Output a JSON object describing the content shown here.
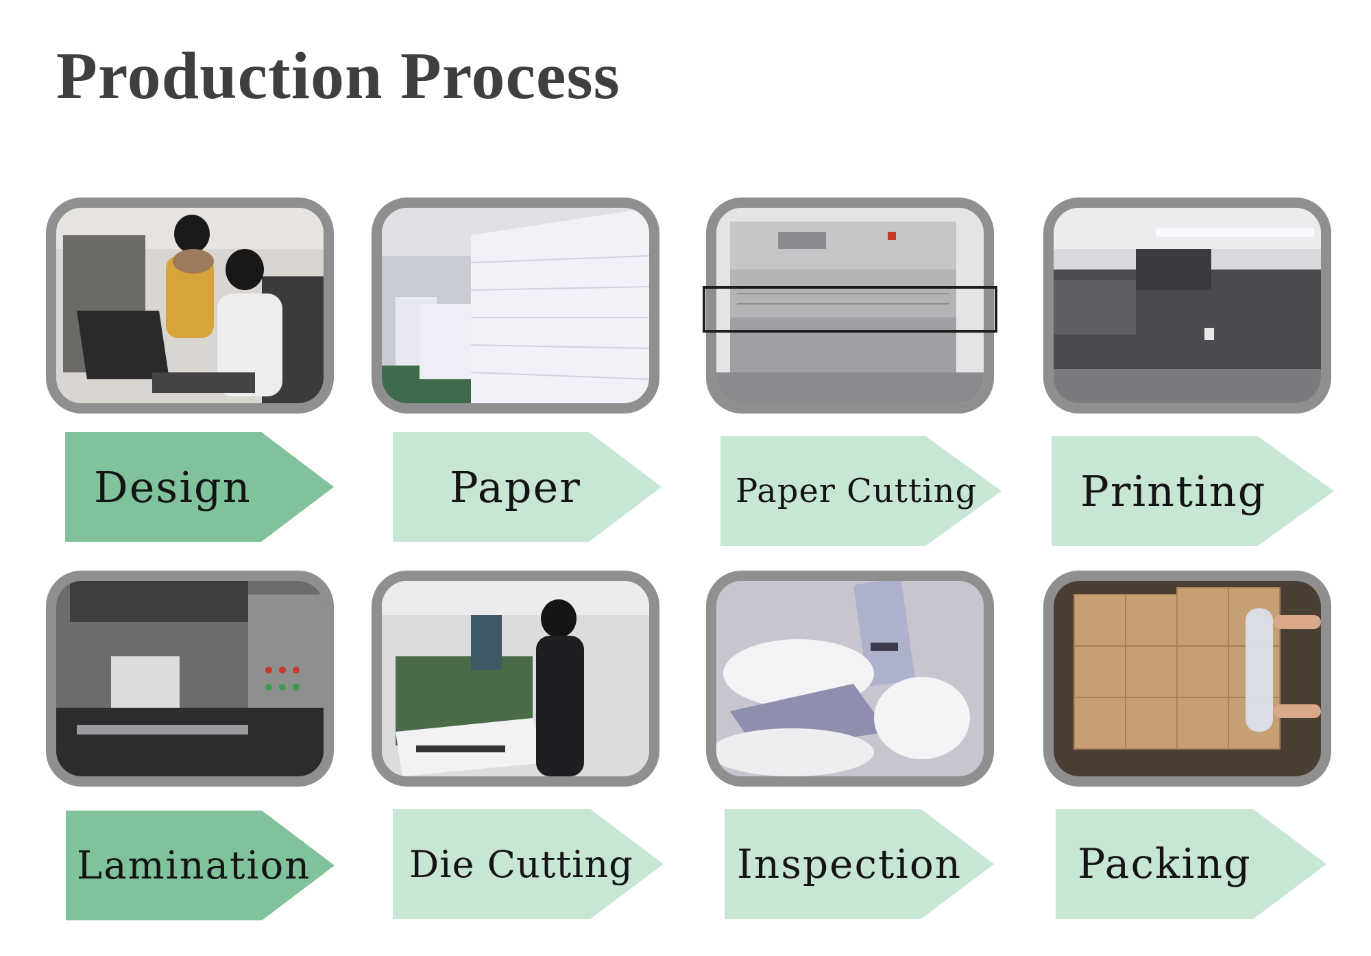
{
  "title": "Production Process",
  "colors": {
    "frame_border": "#8f8f8f",
    "arrow_dark": "#7fc29b",
    "arrow_light": "#c7e6d3",
    "title_text": "#3f3f3f"
  },
  "steps": [
    {
      "label": "Design"
    },
    {
      "label": "Paper"
    },
    {
      "label": "Paper Cutting"
    },
    {
      "label": "Printing"
    },
    {
      "label": "Lamination"
    },
    {
      "label": "Die Cutting"
    },
    {
      "label": "Inspection"
    },
    {
      "label": "Packing"
    }
  ]
}
